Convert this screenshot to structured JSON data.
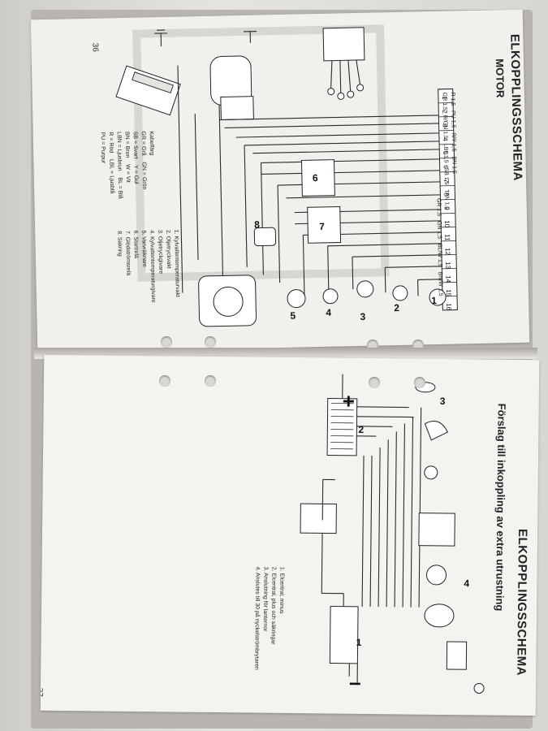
{
  "top_page": {
    "title": "ELKOPPLINGSSCHEMA",
    "subtitle": "MOTOR",
    "page_number": "36",
    "terminal_numbers": [
      "1",
      "2",
      "3",
      "4",
      "5",
      "6",
      "7",
      "8",
      "9",
      "10",
      "11",
      "12",
      "13",
      "14",
      "15",
      "16"
    ],
    "wire_labels": [
      "R 1,5",
      "PU 1,5",
      "R/Y 1,5",
      "BN 1,5",
      "GR 1,5",
      "R/GN 1,5",
      "LBL 1,5",
      "SB 1,5",
      "TAN 1,0",
      "GR 1,5",
      "GN 1,5",
      "BL/W 1,5",
      "BN/W 1,5"
    ],
    "legend_items": [
      "1. Kylvattentemperaturvakt",
      "2. Oljetryckvakt",
      "3. Oljetryckgivare",
      "4. Kylvattentemperaturgivare",
      "5. Varvräknare",
      "6. Startrelä",
      "7. Glödströmsrelä",
      "8. Säkring"
    ],
    "color_code_title": "Kabelfärg",
    "color_codes_left": [
      "GR = Grå",
      "SB = Svart",
      "BN = Brun",
      "LBN = Ljusbrun",
      "R = Röd",
      "PU = Purpur"
    ],
    "color_codes_right": [
      "GN = Grön",
      "Y = Gul",
      "W = Vit",
      "BL = Blå",
      "LBL = Ljusblå"
    ],
    "component_numbers": [
      "1",
      "2",
      "3",
      "4",
      "5",
      "6",
      "7",
      "8"
    ]
  },
  "bottom_page": {
    "title": "ELKOPPLINGSSCHEMA",
    "subtitle": "Förslag till inkoppling av extra utrustning",
    "page_number": "37",
    "legend_items": [
      "1. Elcentral, minus",
      "2. Elcentral, plus och säkringar",
      "3. Anslutning för lanternor",
      "4. Anslutes till 30 på nyckelströmbrytaren"
    ],
    "callouts": [
      "1",
      "2",
      "3",
      "4"
    ],
    "battery_plus": "+",
    "battery_minus": "–"
  }
}
